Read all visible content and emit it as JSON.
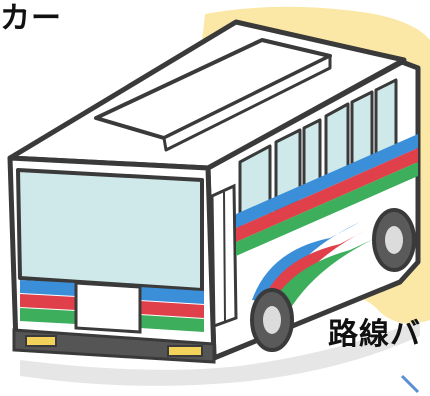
{
  "captions": {
    "top": "カー",
    "bottom": "路線バ"
  },
  "illustration": {
    "subject": "route-bus",
    "colors": {
      "background_blob": "#fbe8a6",
      "outline": "#3a3a3a",
      "body": "#ffffff",
      "window": "#cfe9ea",
      "stripe_blue": "#3b8ed8",
      "stripe_red": "#e0404a",
      "stripe_green": "#3cae5c",
      "tire": "#5a5a5a",
      "bumper": "#555555",
      "light": "#f3d25c"
    }
  }
}
